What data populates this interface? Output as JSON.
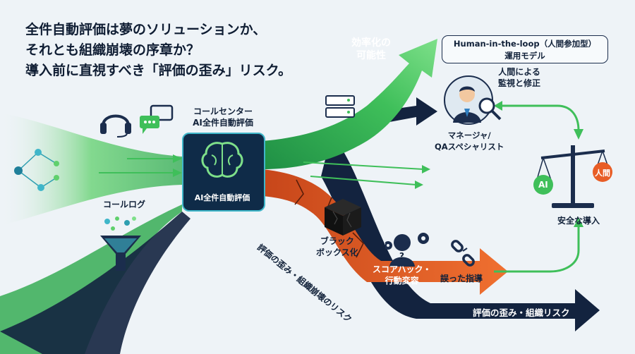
{
  "title": {
    "line1": "全件自動評価は夢のソリューションか、",
    "line2": "それとも組織崩壊の序章か？",
    "line3": "導入前に直視すべき「評価の歪み」リスク。"
  },
  "labels": {
    "efficiency": [
      "効率化の",
      "可能性"
    ],
    "hitl_title": "Human-in-the-loop（人間参加型）",
    "hitl_subtitle": "運用モデル",
    "human_review": [
      "人間による",
      "監視と修正"
    ],
    "manager": [
      "マネージャ/",
      "QAスペシャリスト"
    ],
    "call_center": [
      "コールセンター",
      "AI全件自動評価"
    ],
    "ai_box": "AI全件自動評価",
    "call_log": "コールログ",
    "black_box": [
      "ブラック",
      "ボックス化"
    ],
    "score_hack": [
      "スコアハック・",
      "行動変容"
    ],
    "misguidance": "誤った指導",
    "risk_diagonal": "評価の歪み・組織崩壊のリスク",
    "risk_arrow": "評価の歪み・組織リスク",
    "safe_adoption": "安全な導入",
    "scale_ai": "AI",
    "scale_human": "人間"
  },
  "icons": [
    "headset-icon",
    "chat-bubbles-icon",
    "network-nodes-icon",
    "brain-icon",
    "funnel-icon",
    "server-icon",
    "manager-icon",
    "magnifier-icon",
    "balance-scale-icon",
    "black-cube-icon",
    "unknown-person-icon",
    "gears-icon",
    "broken-chain-icon"
  ],
  "colors": {
    "green": "#3fbf5a",
    "dark_navy": "#13233f",
    "orange": "#e85d26",
    "teal": "#3fb6c9"
  }
}
